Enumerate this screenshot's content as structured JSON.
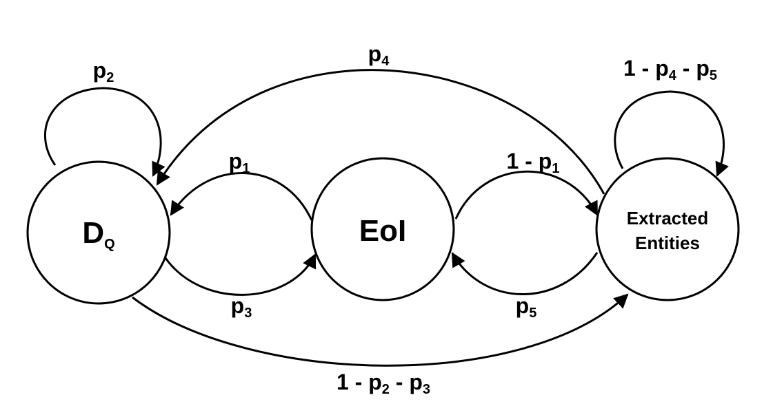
{
  "nodes": {
    "dq": {
      "main": "D",
      "sub": "Q"
    },
    "eoi": {
      "label": "EoI"
    },
    "extracted": {
      "line1": "Extracted",
      "line2": "Entities"
    }
  },
  "edges": {
    "dq_self": {
      "p1": "p",
      "s1": "2"
    },
    "eoi_to_dq": {
      "p1": "p",
      "s1": "1"
    },
    "dq_to_eoi": {
      "p1": "p",
      "s1": "3"
    },
    "ext_to_dq": {
      "p1": "p",
      "s1": "4"
    },
    "eoi_to_ext": {
      "pre": "1 - p",
      "s1": "1"
    },
    "ext_to_eoi": {
      "p1": "p",
      "s1": "5"
    },
    "dq_to_ext": {
      "pre": "1 - p",
      "s1": "2",
      "mid": " - p",
      "s2": "3"
    },
    "ext_self": {
      "pre": "1 - p",
      "s1": "4",
      "mid": " - p",
      "s2": "5"
    }
  }
}
